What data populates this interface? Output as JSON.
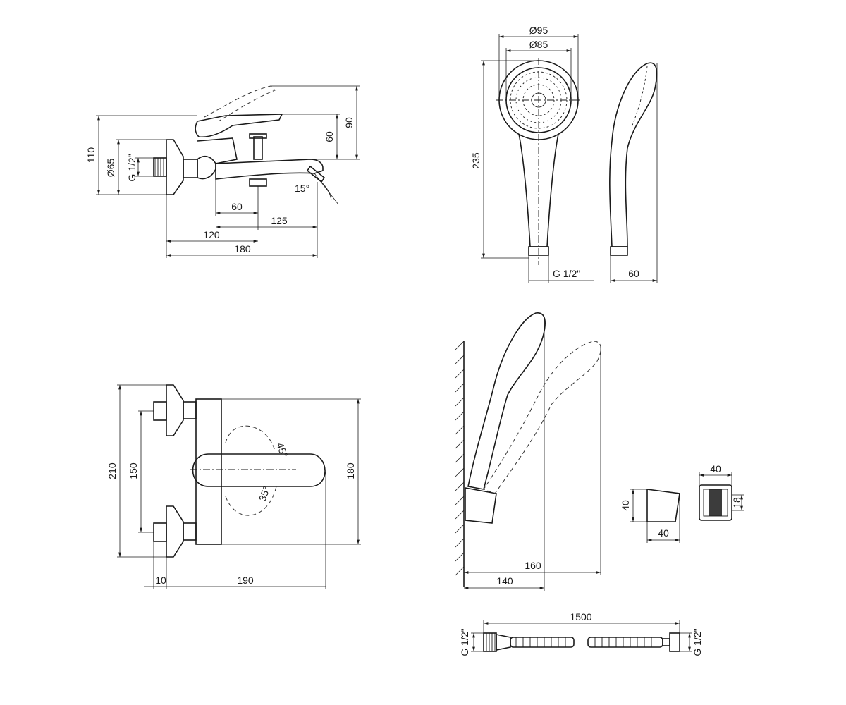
{
  "faucet_side": {
    "d110": "110",
    "d65": "Ø65",
    "thread": "G 1/2\"",
    "d90": "90",
    "d60v": "60",
    "angle15": "15°",
    "d60": "60",
    "d125": "125",
    "d120": "120",
    "d180": "180"
  },
  "shower_head": {
    "d95": "Ø95",
    "d85": "Ø85",
    "d235": "235",
    "thread": "G 1/2\"",
    "d60": "60"
  },
  "faucet_top": {
    "d210": "210",
    "d150": "150",
    "d180": "180",
    "angle45": "45°",
    "angle35": "35°",
    "d10": "10",
    "d190": "190"
  },
  "wall_holder": {
    "d160": "160",
    "d140": "140"
  },
  "holder_parts": {
    "d40a": "40",
    "d40b": "40",
    "d40c": "40",
    "d18": "18"
  },
  "hose": {
    "length": "1500",
    "thread_left": "G 1/2\"",
    "thread_right": "G 1/2\""
  }
}
